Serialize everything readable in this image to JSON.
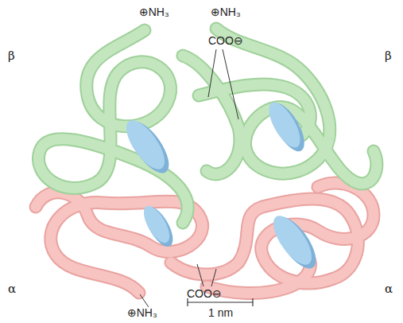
{
  "diagram": {
    "labels": [
      "⊕NH₃",
      "⊕NH₃",
      "β",
      "COO⊖",
      "β",
      "α",
      "COO⊖",
      "α",
      "⊕NH₃",
      "1 nm"
    ]
  }
}
